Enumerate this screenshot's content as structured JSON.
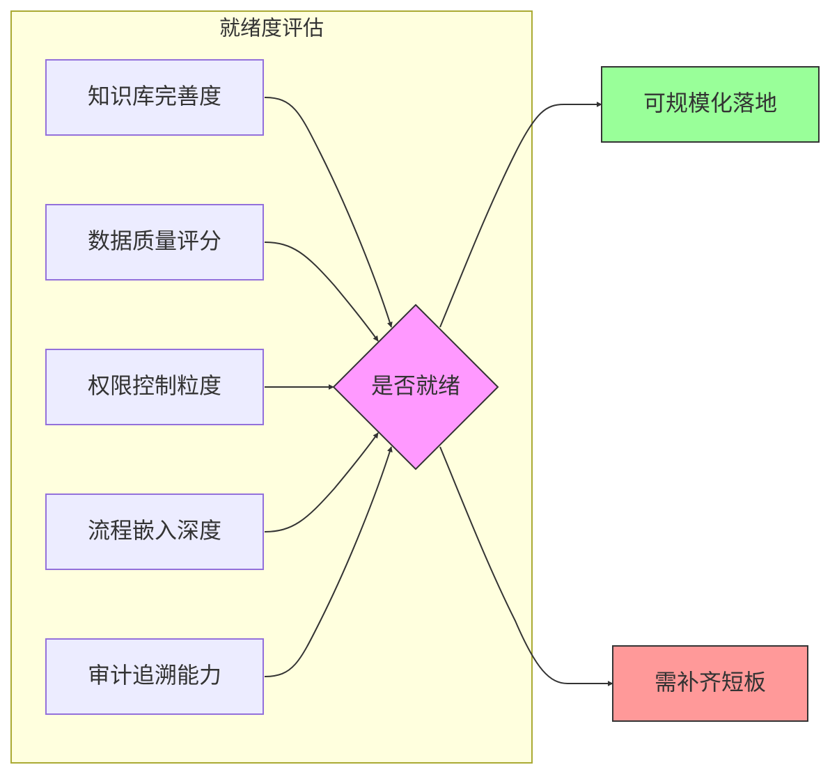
{
  "group": {
    "label": "就绪度评估"
  },
  "nodes": {
    "kb": {
      "label": "知识库完善度"
    },
    "dq": {
      "label": "数据质量评分"
    },
    "perm": {
      "label": "权限控制粒度"
    },
    "flow": {
      "label": "流程嵌入深度"
    },
    "audit": {
      "label": "审计追溯能力"
    },
    "decision": {
      "label": "是否就绪"
    },
    "scale": {
      "label": "可规模化落地"
    },
    "gap": {
      "label": "需补齐短板"
    }
  },
  "colors": {
    "group_fill": "#ffffde",
    "group_stroke": "#aaaa33",
    "node_fill": "#ececff",
    "node_stroke": "#9370db",
    "decision_fill": "#ff99ff",
    "decision_stroke": "#333333",
    "scale_fill": "#99ff99",
    "gap_fill": "#ff9999",
    "edge": "#333333"
  }
}
